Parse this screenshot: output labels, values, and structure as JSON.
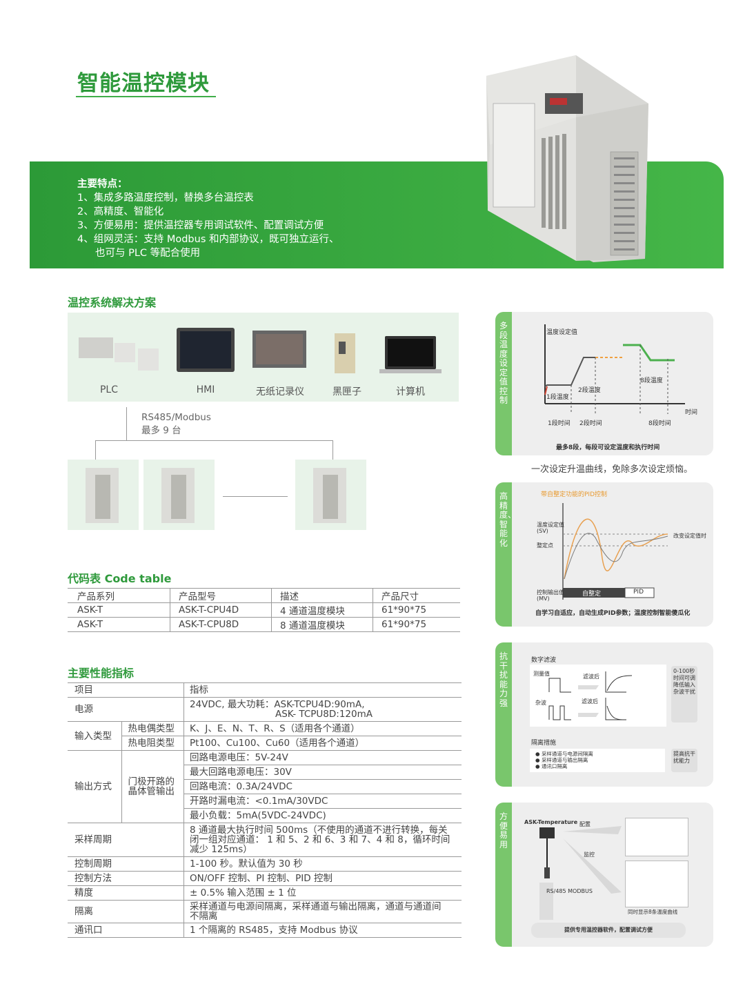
{
  "title": "智能温控模块",
  "features": {
    "heading": "主要特点：",
    "items": [
      "1、集成多路温度控制，替换多台温控表",
      "2、高精度、智能化",
      "3、方便易用：提供温控器专用调试软件、配置调试方便",
      "4、组网灵活：支持 Modbus 和内部协议，既可独立运行、",
      "也可与 PLC 等配合使用"
    ]
  },
  "solution": {
    "heading": "温控系统解决方案",
    "products": [
      "PLC",
      "HMI",
      "无纸记录仪",
      "黑匣子",
      "计算机"
    ],
    "link_protocol": "RS485/Modbus",
    "link_max": "最多 9 台"
  },
  "code_table": {
    "heading": "代码表 Code table",
    "headers": [
      "产品系列",
      "产品型号",
      "描述",
      "产品尺寸"
    ],
    "rows": [
      [
        "ASK-T",
        "ASK-T-CPU4D",
        "4 通道温度模块",
        "61*90*75"
      ],
      [
        "ASK-T",
        "ASK-T-CPU8D",
        "8 通道温度模块",
        "61*90*75"
      ]
    ]
  },
  "specs": {
    "heading": "主要性能指标",
    "col_item": "项目",
    "col_spec": "指标",
    "power_label": "电源",
    "power_1": "24VDC, 最大功耗：ASK-TCPU4D:90mA,",
    "power_2": "ASK- TCPU8D:120mA",
    "input_label": "输入类型",
    "input_tc_label": "热电偶类型",
    "input_tc": "K、J、E、N、T、R、S（适用各个通道）",
    "input_rtd_label": "热电阻类型",
    "input_rtd": "Pt100、Cu100、Cu60（适用各个通道）",
    "output_label": "输出方式",
    "output_sub_1": "门极开路的",
    "output_sub_2": "晶体管输出",
    "output_rows": [
      "回路电源电压：5V-24V",
      "最大回路电源电压：30V",
      "回路电流：0.3A/24VDC",
      "开路时漏电流：<0.1mA/30VDC",
      "最小负载：5mA(5VDC-24VDC)"
    ],
    "sample_label": "采样周期",
    "sample_1": "8 通道最大执行时间 500ms（不使用的通道不进行转换，每关",
    "sample_2": "闭一组对应通道： 1 和 5、2 和 6、3 和 7、4 和 8，循环时间",
    "sample_3": "减少 125ms）",
    "cycle_label": "控制周期",
    "cycle": "1-100 秒。默认值为 30 秒",
    "method_label": "控制方法",
    "method": "ON/OFF 控制、PI 控制、PID 控制",
    "accuracy_label": "精度",
    "accuracy": "± 0.5% 输入范围 ± 1 位",
    "isolation_label": "隔离",
    "isolation_1": "采样通道与电源间隔离，采样通道与输出隔离，通道与通道间",
    "isolation_2": "不隔离",
    "comm_label": "通讯口",
    "comm": "1 个隔离的 RS485，支持 Modbus 协议"
  },
  "cards": {
    "multi": {
      "side": "多段温度设定值控制",
      "set_value": "温度设定值",
      "t1": "1段温度",
      "t2": "2段温度",
      "t8": "8段温度",
      "time": "时间",
      "p1": "1段时间",
      "p2": "2段时间",
      "p8": "8段时间",
      "note": "最多8段，每段可设定温度和执行时间",
      "caption": "一次设定升温曲线，免除多次设定烦恼。"
    },
    "precision": {
      "side": "高精度、智能化",
      "chart_title": "带自整定功能的PID控制",
      "sv": "温度设定值",
      "sv2": "(SV)",
      "tune_point": "整定点",
      "setting_change": "改变设定值时",
      "output": "控制输出值",
      "output2": "(MV)",
      "auto": "自整定",
      "pid": "PID",
      "caption": "自学习自适应，自动生成PID参数；温度控制智能傻瓜化"
    },
    "noise": {
      "side": "抗干扰能力强",
      "digital": "数字滤波",
      "measured": "测量值",
      "noise": "杂波",
      "after1": "滤波后",
      "after2": "滤波后",
      "right1": "0-100秒时间可调降低输入杂波干扰",
      "isolation": "隔离措施",
      "iso_items": [
        "采样通道与电源间隔离",
        "采样通道与输出隔离",
        "通讯口隔离"
      ],
      "right2": "提高抗干扰能力"
    },
    "easy": {
      "side": "方便易用",
      "app": "ASK-Temperature",
      "config": "配置",
      "monitor": "监控",
      "bus": "RS/485 MODBUS",
      "curves": "同时显示8条温度曲线",
      "bottom": "提供专用温控器软件，配置调试方便"
    }
  },
  "colors": {
    "brand_green": "#2f9a3c",
    "banner": "#3aab42",
    "side_green": "#79c66c"
  }
}
